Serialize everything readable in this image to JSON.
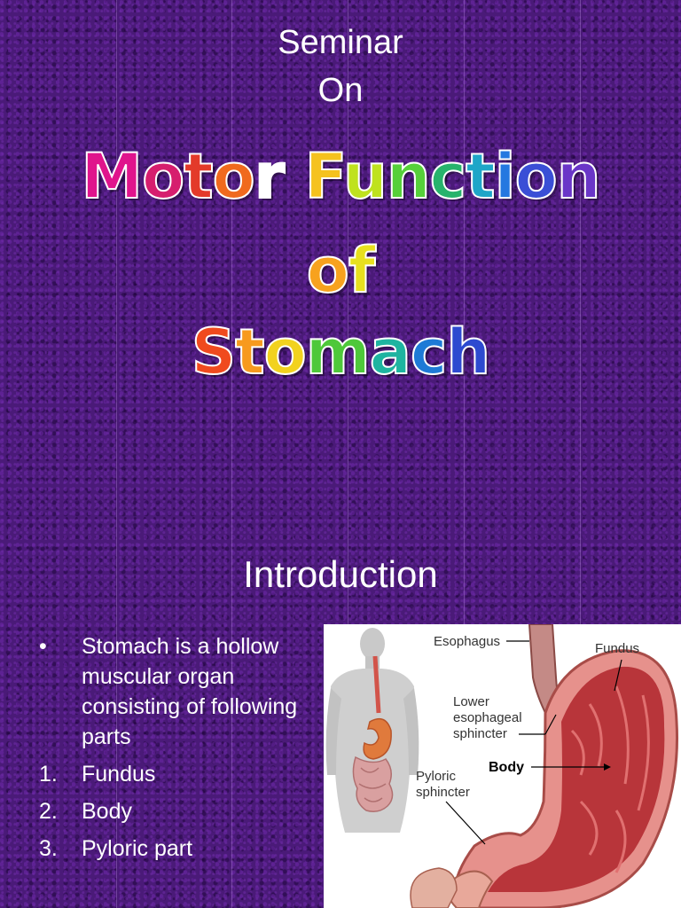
{
  "slide1": {
    "seminar_line1": "Seminar",
    "seminar_line2": "On",
    "title_words": [
      {
        "text": "Motor Function",
        "colors": [
          "#e0148c",
          "#d61e6e",
          "#e33a2a",
          "#f06a1e",
          "#ffffff",
          "#f5c21e",
          "#bfe21e",
          "#56d03a",
          "#27b36c",
          "#1ea6c8",
          "#2478e0",
          "#3a4fd6",
          "#6a36c8",
          "#8a2ab8"
        ]
      },
      {
        "text": "of",
        "colors": [
          "#f7a21e",
          "#e8e01e"
        ]
      },
      {
        "text": "Stomach",
        "colors": [
          "#f04a1e",
          "#f79a1e",
          "#f2d21e",
          "#4ec83a",
          "#1eb4a0",
          "#1e7ad6",
          "#2d4ad0"
        ]
      }
    ]
  },
  "slide2": {
    "heading": "Introduction",
    "bullet_mark": "•",
    "bullet_text": "Stomach is a hollow muscular organ consisting of following parts",
    "list": [
      {
        "num": "1.",
        "text": "Fundus"
      },
      {
        "num": "2.",
        "text": "Body"
      },
      {
        "num": "3.",
        "text": "Pyloric part"
      }
    ],
    "figure": {
      "labels": {
        "esophagus": "Esophagus",
        "fundus": "Fundus",
        "les_line1": "Lower",
        "les_line2": "esophageal",
        "les_line3": "sphincter",
        "body": "Body",
        "pyloric_line1": "Pyloric",
        "pyloric_line2": "sphincter"
      }
    }
  }
}
